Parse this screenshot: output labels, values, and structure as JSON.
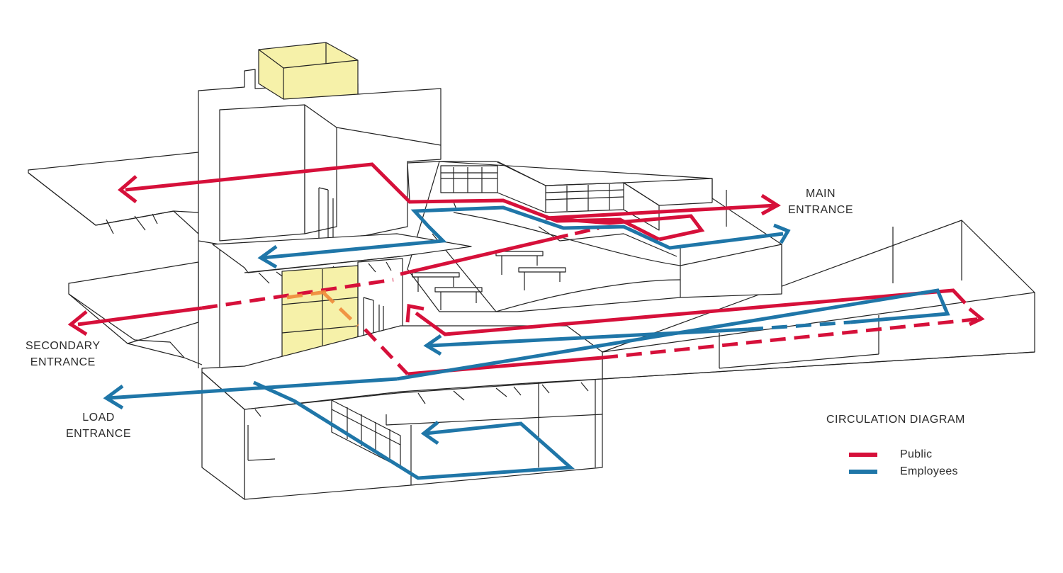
{
  "colors": {
    "public": "#d6103a",
    "employees": "#1f76a8",
    "core": "#f6f1a9",
    "line": "#222222"
  },
  "labels": {
    "main_entrance": [
      "MAIN",
      "ENTRANCE"
    ],
    "secondary_entrance": [
      "SECONDARY",
      "ENTRANCE"
    ],
    "load_entrance": [
      "LOAD",
      "ENTRANCE"
    ]
  },
  "legend": {
    "title": "CIRCULATION DIAGRAM",
    "items": [
      {
        "label": "Public",
        "color": "#d6103a"
      },
      {
        "label": "Employees",
        "color": "#1f76a8"
      }
    ]
  }
}
